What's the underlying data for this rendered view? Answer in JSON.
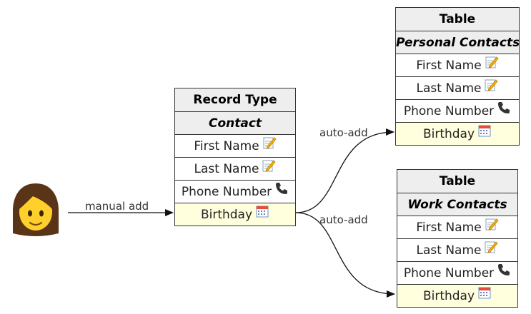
{
  "actor": {
    "icon": "woman-emoji-icon"
  },
  "edges": {
    "manual": "manual add",
    "auto_top": "auto-add",
    "auto_bottom": "auto-add"
  },
  "record": {
    "title": "Record Type",
    "name": "Contact",
    "fields": [
      {
        "label": "First Name",
        "icon": "memo-icon"
      },
      {
        "label": "Last Name",
        "icon": "memo-icon"
      },
      {
        "label": "Phone Number",
        "icon": "telephone-icon"
      },
      {
        "label": "Birthday",
        "icon": "calendar-icon"
      }
    ]
  },
  "table_personal": {
    "title": "Table",
    "name": "Personal Contacts",
    "fields": [
      {
        "label": "First Name",
        "icon": "memo-icon"
      },
      {
        "label": "Last Name",
        "icon": "memo-icon"
      },
      {
        "label": "Phone Number",
        "icon": "telephone-icon"
      },
      {
        "label": "Birthday",
        "icon": "calendar-icon"
      }
    ]
  },
  "table_work": {
    "title": "Table",
    "name": "Work Contacts",
    "fields": [
      {
        "label": "First Name",
        "icon": "memo-icon"
      },
      {
        "label": "Last Name",
        "icon": "memo-icon"
      },
      {
        "label": "Phone Number",
        "icon": "telephone-icon"
      },
      {
        "label": "Birthday",
        "icon": "calendar-icon"
      }
    ]
  },
  "colors": {
    "highlight": "#ffffdd",
    "header": "#eeeeee",
    "stroke": "#333333"
  }
}
